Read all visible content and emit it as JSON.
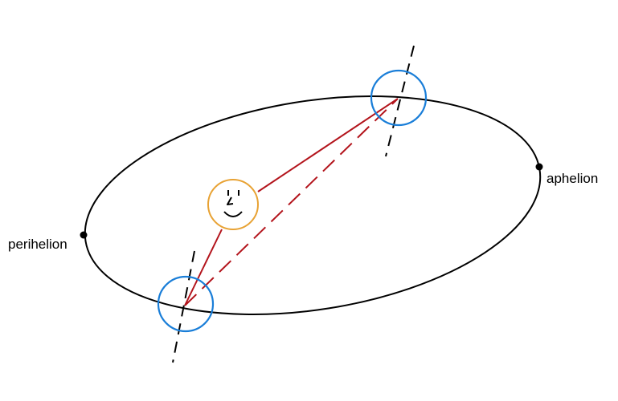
{
  "labels": {
    "perihelion": "perihelion",
    "aphelion": "aphelion"
  },
  "colors": {
    "orbit": "#000000",
    "planet": "#1a7ed8",
    "sun": "#e8a233",
    "sightline": "#b3141c",
    "axis": "#000000",
    "point": "#000000"
  },
  "icons": {
    "sun": "smiley-face-sun",
    "planet": "circle-planet"
  }
}
